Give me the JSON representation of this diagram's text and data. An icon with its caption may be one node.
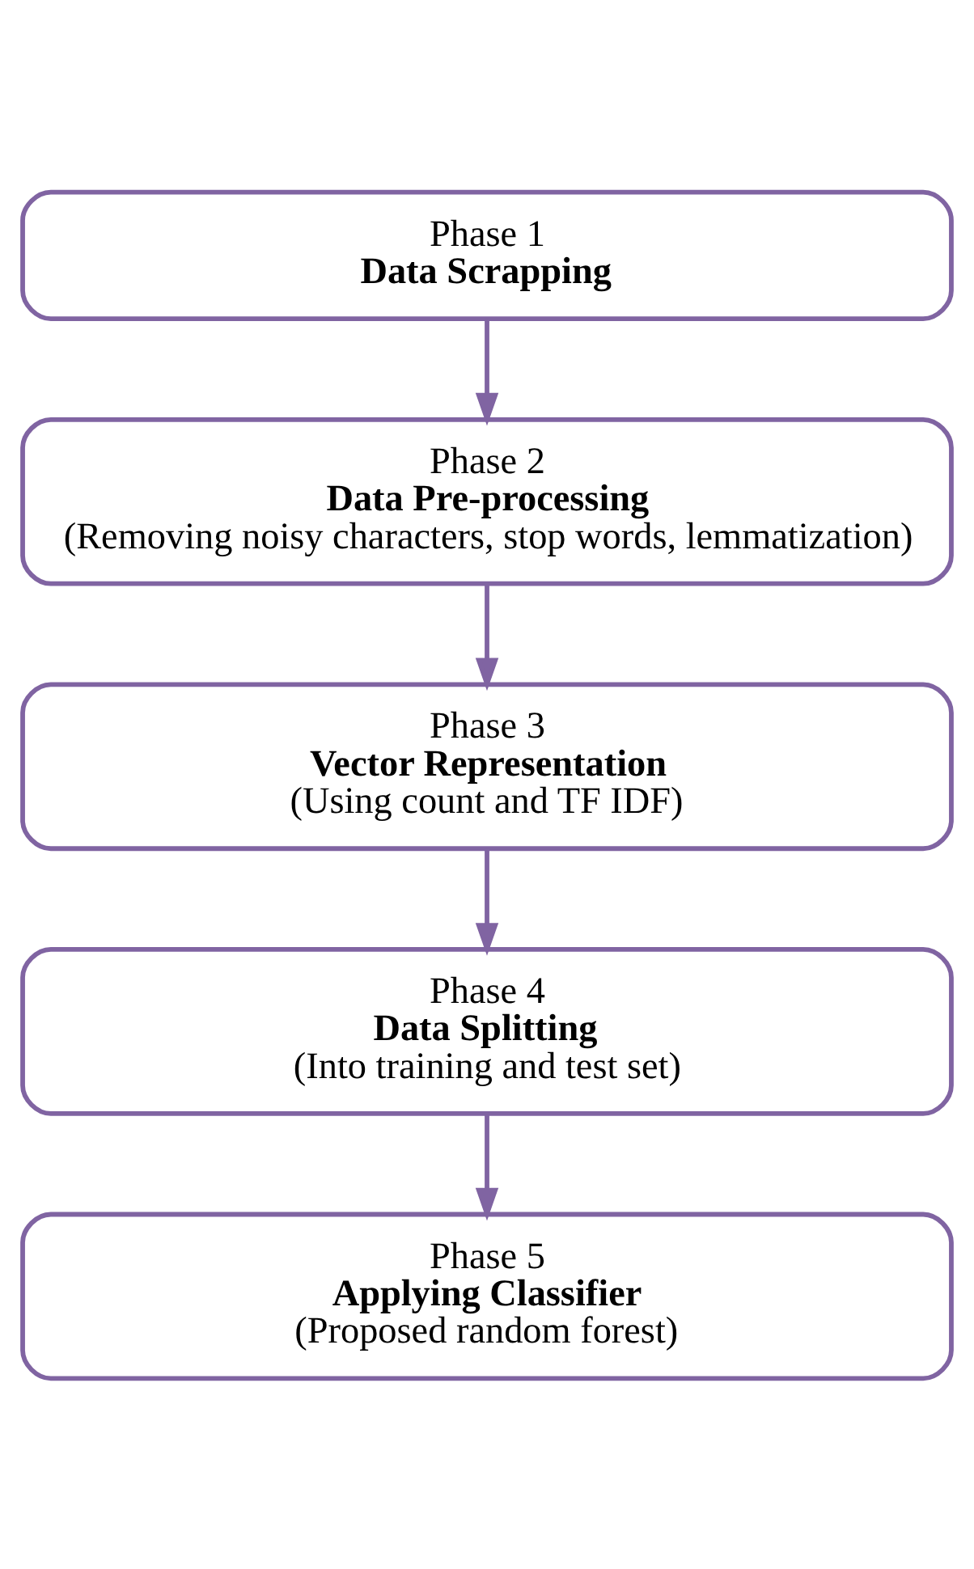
{
  "diagram": {
    "nodes": [
      {
        "text": [
          "Phase 1",
          "Data Scrapping"
        ]
      },
      {
        "text": [
          "Phase 2",
          "Data Pre-processing",
          "(Removing noisy characters, stop words, lemmatization)"
        ]
      },
      {
        "text": [
          "Phase 3",
          "Vector Representation",
          "(Using count and TF IDF)"
        ]
      },
      {
        "text": [
          "Phase 4",
          "Data Splitting",
          "(Into training and test set)"
        ]
      },
      {
        "text": [
          "Phase 5",
          "Applying Classifier",
          "(Proposed random forest)"
        ]
      }
    ],
    "edges": [
      {
        "from": 0,
        "to": 1,
        "arrow": "to"
      },
      {
        "from": 1,
        "to": 2,
        "arrow": "to"
      },
      {
        "from": 2,
        "to": 3,
        "arrow": "to"
      },
      {
        "from": 3,
        "to": 4,
        "arrow": "to"
      }
    ]
  }
}
